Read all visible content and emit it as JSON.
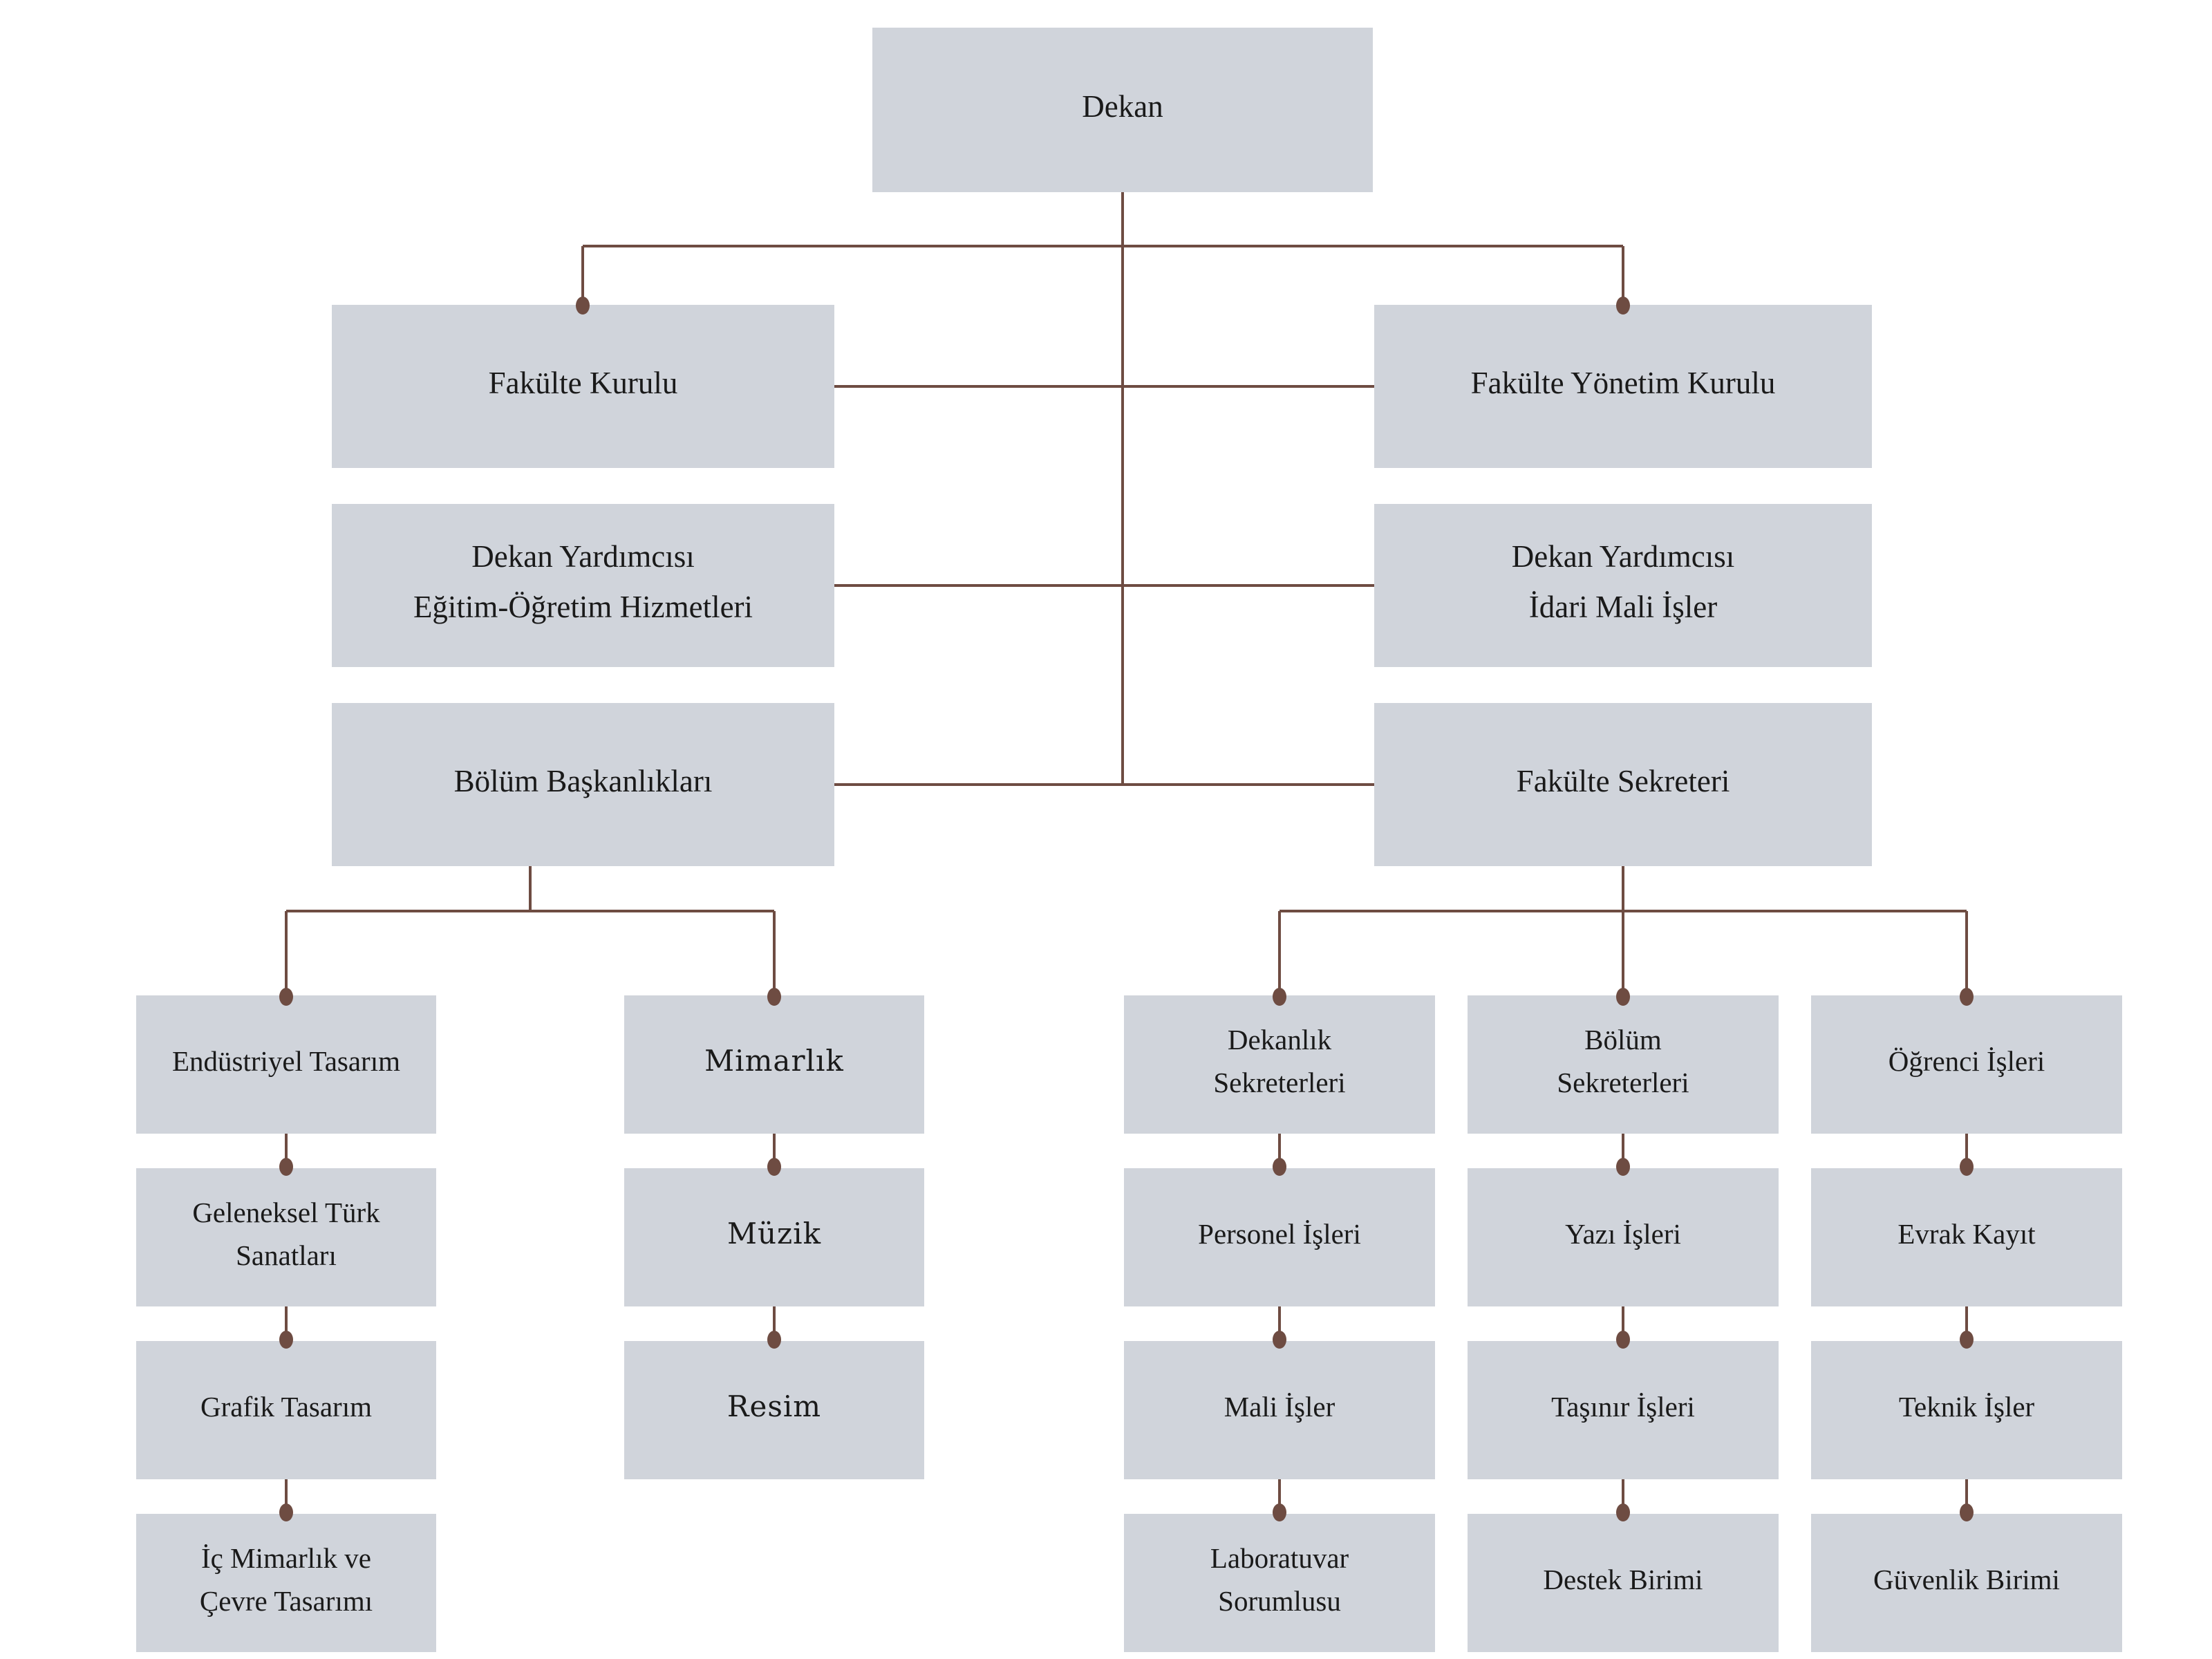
{
  "org_chart": {
    "colors": {
      "box_fill": "#d0d4db",
      "connector": "#6e4c42",
      "text": "#1a1a1a",
      "background": "#ffffff"
    },
    "nodes": [
      {
        "id": "dekan",
        "lines": [
          "Dekan"
        ]
      },
      {
        "id": "fakulte-kurulu",
        "lines": [
          "Fakülte Kurulu"
        ]
      },
      {
        "id": "fakulte-yonetim-kurulu",
        "lines": [
          "Fakülte Yönetim Kurulu"
        ]
      },
      {
        "id": "dekan-yardimcisi-egitim",
        "lines": [
          "Dekan Yardımcısı",
          "Eğitim-Öğretim Hizmetleri"
        ]
      },
      {
        "id": "dekan-yardimcisi-idari",
        "lines": [
          "Dekan Yardımcısı",
          "İdari Mali İşler"
        ]
      },
      {
        "id": "bolum-baskanliklari",
        "lines": [
          "Bölüm Başkanlıkları"
        ]
      },
      {
        "id": "fakulte-sekreteri",
        "lines": [
          "Fakülte Sekreteri"
        ]
      },
      {
        "id": "endustriyel-tasarim",
        "lines": [
          "Endüstriyel Tasarım"
        ]
      },
      {
        "id": "geleneksel-turk-sanatlari",
        "lines": [
          "Geleneksel Türk",
          "Sanatları"
        ]
      },
      {
        "id": "grafik-tasarim",
        "lines": [
          "Grafik Tasarım"
        ]
      },
      {
        "id": "ic-mimarlik-ve-cevre-tasarimi",
        "lines": [
          "İç Mimarlık ve",
          "Çevre Tasarımı"
        ]
      },
      {
        "id": "mimarlik",
        "lines": [
          "Mimarlık"
        ]
      },
      {
        "id": "muzik",
        "lines": [
          "Müzik"
        ]
      },
      {
        "id": "resim",
        "lines": [
          "Resim"
        ]
      },
      {
        "id": "dekanlik-sekreterleri",
        "lines": [
          "Dekanlık",
          "Sekreterleri"
        ]
      },
      {
        "id": "personel-isleri",
        "lines": [
          "Personel İşleri"
        ]
      },
      {
        "id": "mali-isler",
        "lines": [
          "Mali İşler"
        ]
      },
      {
        "id": "laboratuvar-sorumlusu",
        "lines": [
          "Laboratuvar",
          "Sorumlusu"
        ]
      },
      {
        "id": "bolum-sekreterleri",
        "lines": [
          "Bölüm",
          "Sekreterleri"
        ]
      },
      {
        "id": "yazi-isleri",
        "lines": [
          "Yazı İşleri"
        ]
      },
      {
        "id": "tasinir-isleri",
        "lines": [
          "Taşınır İşleri"
        ]
      },
      {
        "id": "destek-birimi",
        "lines": [
          "Destek Birimi"
        ]
      },
      {
        "id": "ogrenci-isleri",
        "lines": [
          "Öğrenci İşleri"
        ]
      },
      {
        "id": "evrak-kayit",
        "lines": [
          "Evrak Kayıt"
        ]
      },
      {
        "id": "teknik-isler",
        "lines": [
          "Teknik İşler"
        ]
      },
      {
        "id": "guvenlik-birimi",
        "lines": [
          "Güvenlik Birimi"
        ]
      }
    ],
    "edges": [
      {
        "from": "dekan",
        "to": "fakulte-kurulu"
      },
      {
        "from": "dekan",
        "to": "fakulte-yonetim-kurulu"
      },
      {
        "from": "dekan",
        "to": "dekan-yardimcisi-egitim"
      },
      {
        "from": "dekan",
        "to": "dekan-yardimcisi-idari"
      },
      {
        "from": "dekan",
        "to": "bolum-baskanliklari"
      },
      {
        "from": "dekan",
        "to": "fakulte-sekreteri"
      },
      {
        "from": "bolum-baskanliklari",
        "to": "endustriyel-tasarim"
      },
      {
        "from": "bolum-baskanliklari",
        "to": "mimarlik"
      },
      {
        "from": "endustriyel-tasarim",
        "to": "geleneksel-turk-sanatlari"
      },
      {
        "from": "geleneksel-turk-sanatlari",
        "to": "grafik-tasarim"
      },
      {
        "from": "grafik-tasarim",
        "to": "ic-mimarlik-ve-cevre-tasarimi"
      },
      {
        "from": "mimarlik",
        "to": "muzik"
      },
      {
        "from": "muzik",
        "to": "resim"
      },
      {
        "from": "fakulte-sekreteri",
        "to": "dekanlik-sekreterleri"
      },
      {
        "from": "fakulte-sekreteri",
        "to": "bolum-sekreterleri"
      },
      {
        "from": "fakulte-sekreteri",
        "to": "ogrenci-isleri"
      },
      {
        "from": "dekanlik-sekreterleri",
        "to": "personel-isleri"
      },
      {
        "from": "personel-isleri",
        "to": "mali-isler"
      },
      {
        "from": "mali-isler",
        "to": "laboratuvar-sorumlusu"
      },
      {
        "from": "bolum-sekreterleri",
        "to": "yazi-isleri"
      },
      {
        "from": "yazi-isleri",
        "to": "tasinir-isleri"
      },
      {
        "from": "tasinir-isleri",
        "to": "destek-birimi"
      },
      {
        "from": "ogrenci-isleri",
        "to": "evrak-kayit"
      },
      {
        "from": "evrak-kayit",
        "to": "teknik-isler"
      },
      {
        "from": "teknik-isler",
        "to": "guvenlik-birimi"
      }
    ]
  }
}
